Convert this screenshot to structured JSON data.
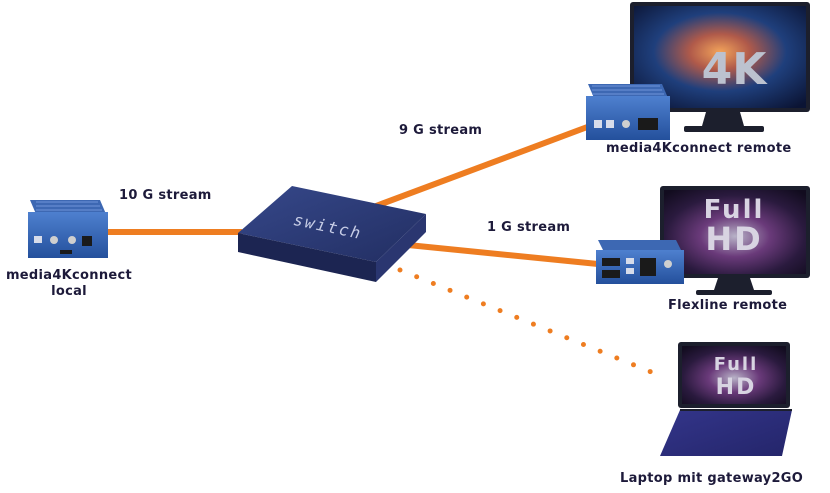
{
  "connections": {
    "local_to_switch": "10 G stream",
    "switch_to_m4k_remote": "9 G stream",
    "switch_to_flexline": "1 G stream"
  },
  "devices": {
    "switch_label": "switch",
    "local": {
      "line1": "media4Kconnect",
      "line2": "local"
    },
    "m4k_remote": "media4Kconnect remote",
    "flexline_remote": "Flexline remote",
    "laptop": "Laptop mit gateway2GO"
  },
  "screens": {
    "uhd": "4K",
    "full_hd_1": {
      "line1": "Full",
      "line2": "HD"
    },
    "full_hd_2": {
      "line1": "Full",
      "line2": "HD"
    }
  },
  "colors": {
    "cable": "#ee7d21",
    "device_blue": "#2f5fb0",
    "switch_navy": "#27336a",
    "screen_dark": "#14162b",
    "text": "#1d1a3a"
  }
}
